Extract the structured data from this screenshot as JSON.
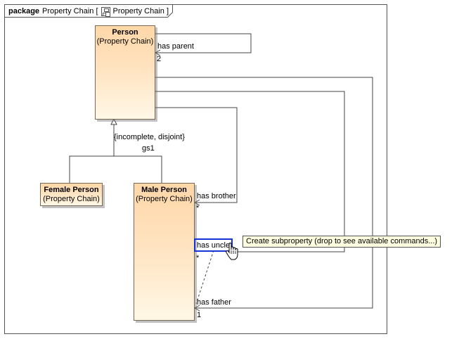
{
  "frame": {
    "keyword": "package",
    "name": "Property Chain [",
    "diagram_name": "Property Chain ]",
    "icon": "class-diagram-icon"
  },
  "classes": [
    {
      "id": "person",
      "name": "Person",
      "stereotype": "(Property Chain)"
    },
    {
      "id": "female",
      "name": "Female Person",
      "stereotype": "(Property Chain)"
    },
    {
      "id": "male",
      "name": "Male Person",
      "stereotype": "(Property Chain)"
    }
  ],
  "generalization": {
    "constraint": "{incomplete, disjoint}",
    "set_name": "gs1"
  },
  "associations": {
    "has_parent": {
      "role": "has parent",
      "multiplicity": "2"
    },
    "has_brother": {
      "role": "has brother",
      "multiplicity": "*"
    },
    "has_uncle": {
      "role": "has uncle",
      "multiplicity": "*"
    },
    "has_father": {
      "role": "has father",
      "multiplicity": "1"
    }
  },
  "tooltip": "Create subproperty (drop to see available commands...)",
  "cursor": "hand-pointer-icon"
}
